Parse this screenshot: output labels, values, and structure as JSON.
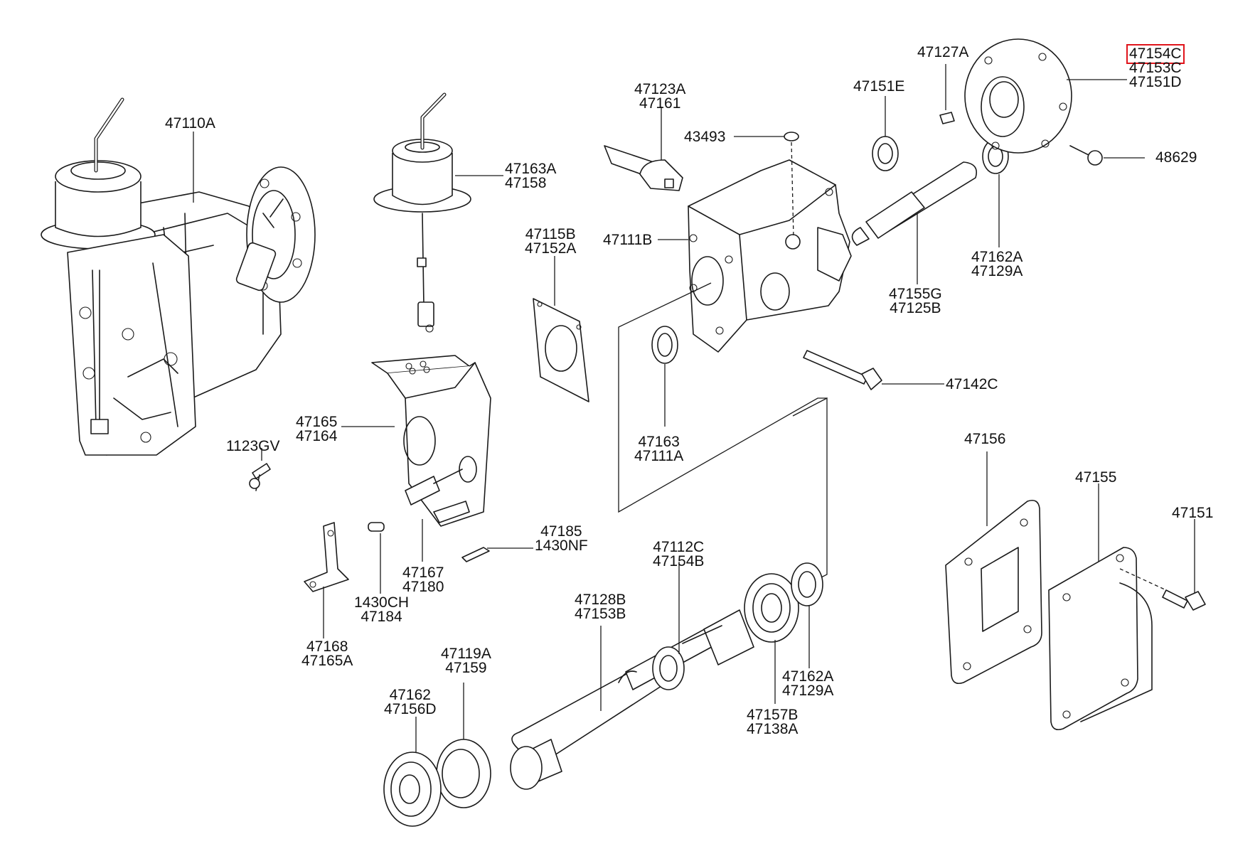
{
  "diagram": {
    "highlight_color": "#e0141b",
    "selected_part": "47154C",
    "labels": {
      "p47110A": "47110A",
      "p47163A": "47163A\n47158",
      "p47123A": "47123A\n47161",
      "p43493": "43493",
      "p47151E": "47151E",
      "p47127A": "47127A",
      "p47154C": "47154C",
      "p47153C": "47153C\n47151D",
      "p48629": "48629",
      "p47115B": "47115B\n47152A",
      "p47111B": "47111B",
      "p47162A_top": "47162A\n47129A",
      "p47155G": "47155G\n47125B",
      "p47142C": "47142C",
      "p47165": "47165\n47164",
      "p47163": "47163\n47111A",
      "p1123GV": "1123GV",
      "p47156": "47156",
      "p47155": "47155",
      "p47151": "47151",
      "p47185": "47185\n1430NF",
      "p47167": "47167\n47180",
      "p1430CH": "1430CH\n47184",
      "p47168": "47168\n47165A",
      "p47112C": "47112C\n47154B",
      "p47128B": "47128B\n47153B",
      "p47119A": "47119A\n47159",
      "p47162": "47162\n47156D",
      "p47162A_bot": "47162A\n47129A",
      "p47157B": "47157B\n47138A"
    }
  }
}
